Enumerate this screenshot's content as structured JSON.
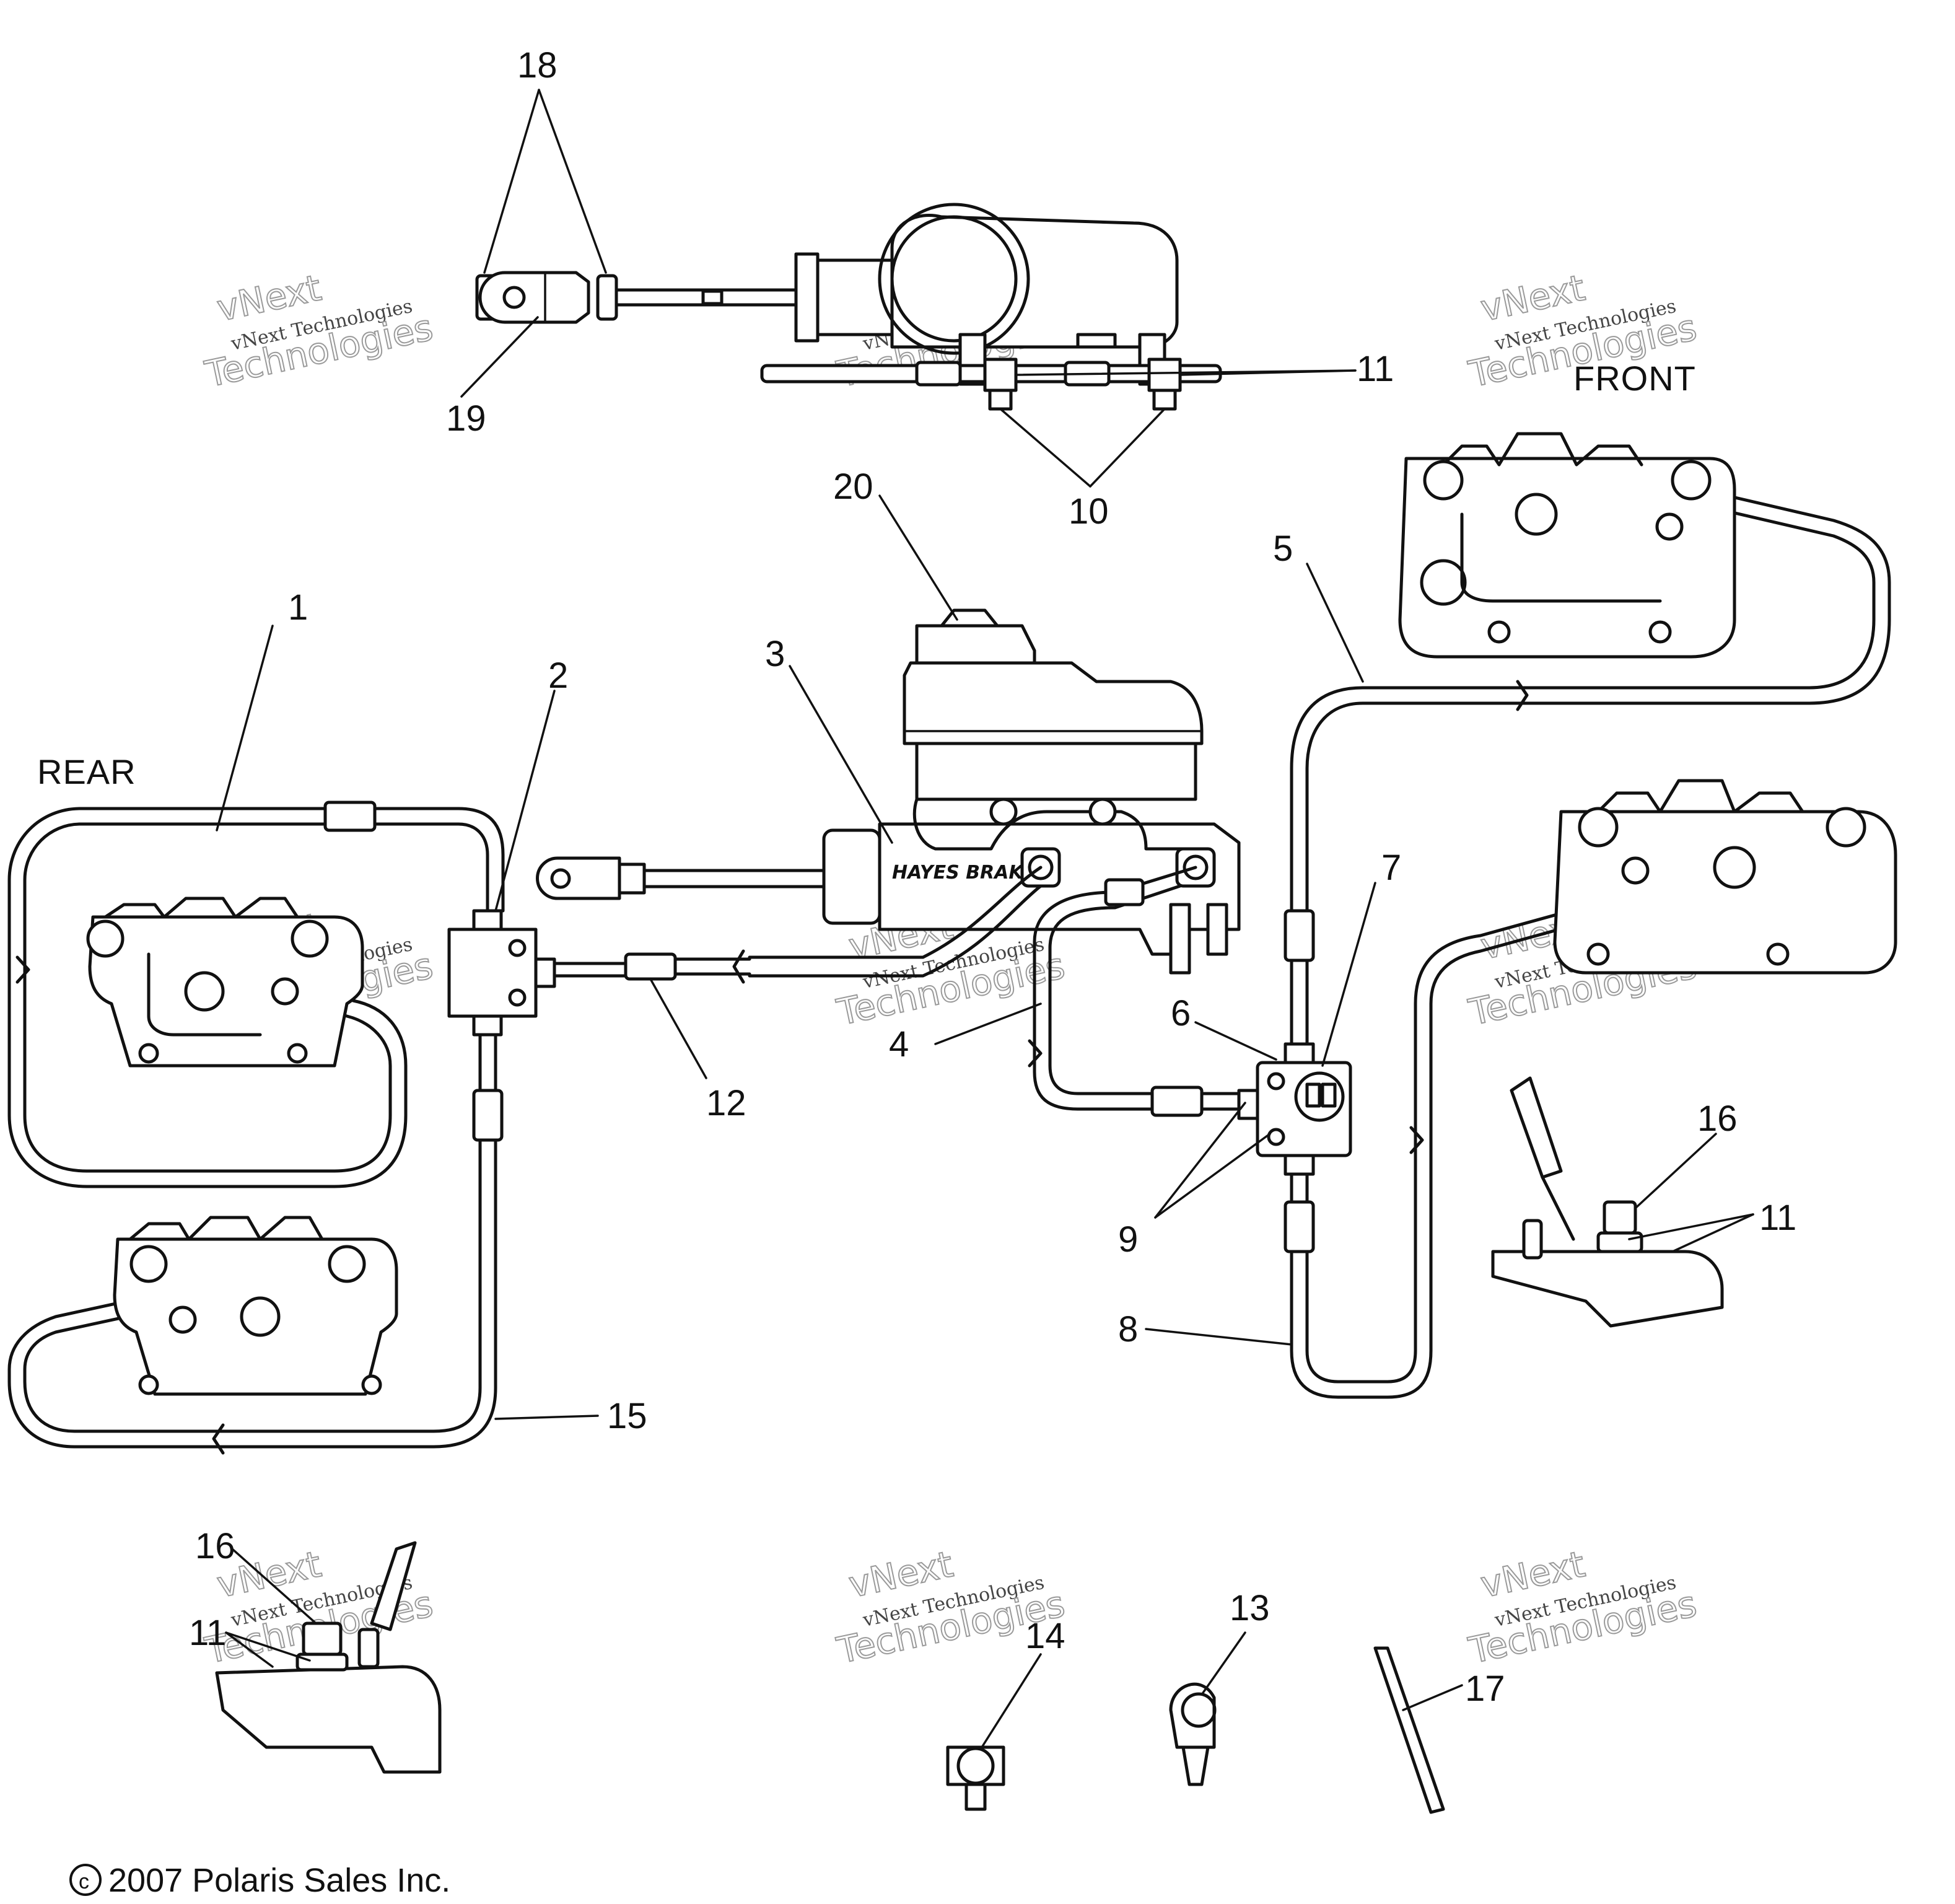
{
  "diagram": {
    "callouts": {
      "c1": "1",
      "c2": "2",
      "c3": "3",
      "c4": "4",
      "c5": "5",
      "c6": "6",
      "c7": "7",
      "c8": "8",
      "c9": "9",
      "c10": "10",
      "c11a": "11",
      "c11b": "11",
      "c11c": "11",
      "c12": "12",
      "c13": "13",
      "c14": "14",
      "c15": "15",
      "c16a": "16",
      "c16b": "16",
      "c17": "17",
      "c18": "18",
      "c19": "19",
      "c20": "20"
    },
    "labels": {
      "rear": "REAR",
      "front": "FRONT",
      "brand": "HAYES BRAKE"
    },
    "watermark": {
      "line1": "vNext Technologies",
      "line2a": "vNext",
      "line2b": "Technologies"
    },
    "copyright": "2007 Polaris Sales Inc.",
    "copyright_symbol": "c"
  }
}
